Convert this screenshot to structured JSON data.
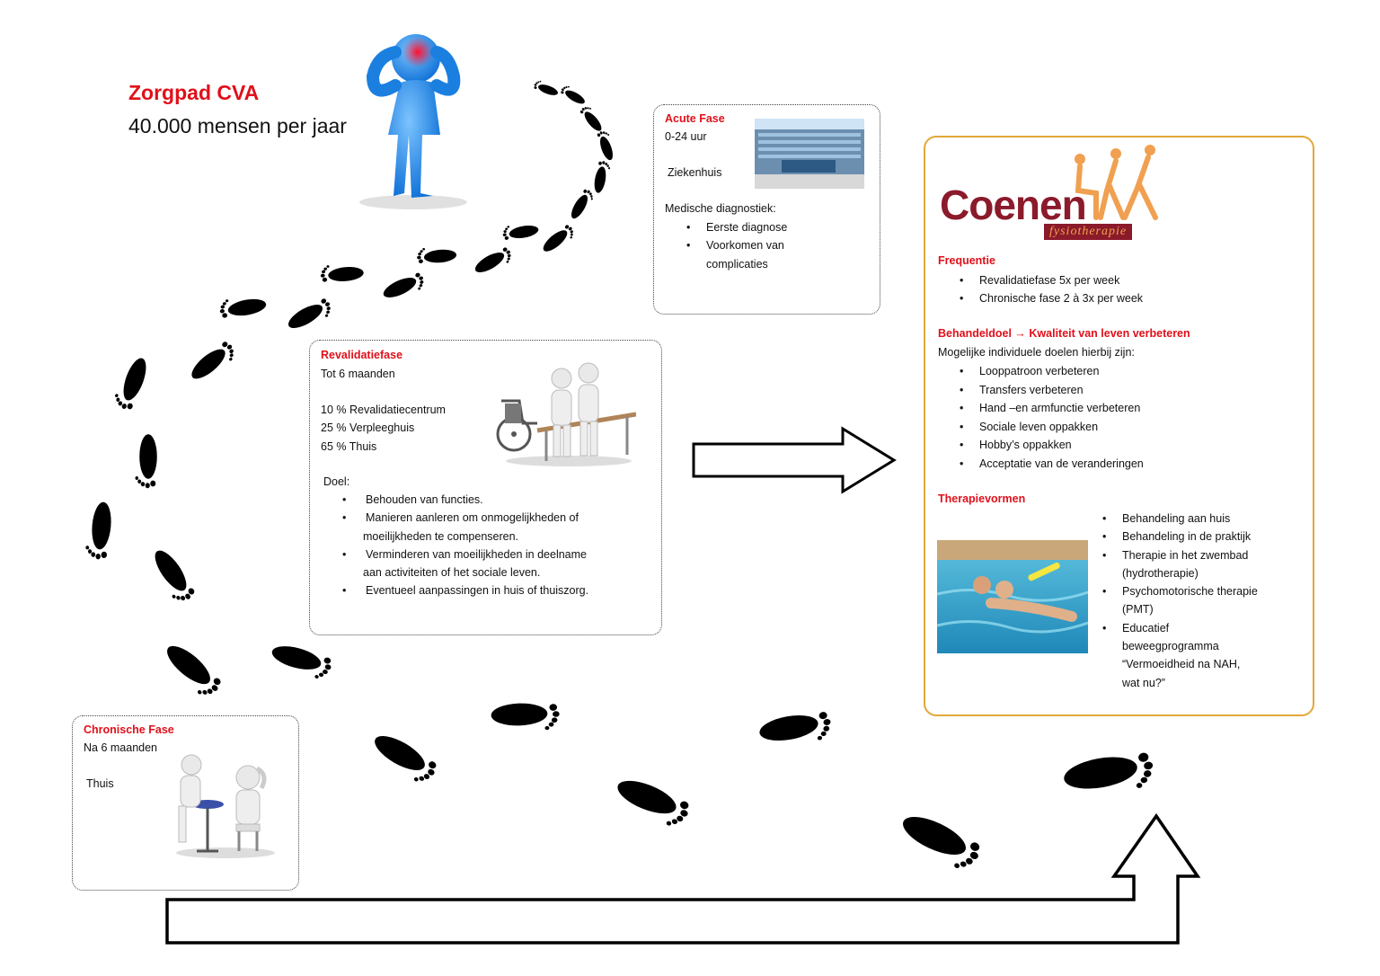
{
  "header": {
    "title": "Zorgpad CVA",
    "subtitle": "40.000 mensen per jaar"
  },
  "acute": {
    "title": "Acute Fase",
    "time": "0-24 uur",
    "location": "Ziekenhuis",
    "diag_label": "Medische diagnostiek:",
    "items": [
      "Eerste diagnose",
      "Voorkomen van",
      "complicaties"
    ]
  },
  "reval": {
    "title": "Revalidatiefase",
    "time": "Tot 6 maanden",
    "stats": [
      "10 % Revalidatiecentrum",
      "25 % Verpleeghuis",
      "65 % Thuis"
    ],
    "goal_label": "Doel:",
    "goals": [
      "Behouden van functies.",
      "Manieren aanleren om  onmogelijkheden of",
      "moeilijkheden te compenseren.",
      "Verminderen van moeilijkheden in deelname",
      "aan activiteiten of het sociale leven.",
      "Eventueel aanpassingen in huis of thuiszorg."
    ]
  },
  "chronic": {
    "title": "Chronische Fase",
    "time": "Na 6 maanden",
    "location": "Thuis"
  },
  "coenen": {
    "logo_name": "Coenen",
    "logo_sub": "fysiotherapie",
    "freq_title": "Frequentie",
    "freq_items": [
      "Revalidatiefase 5x per week",
      "Chronische fase 2 à 3x per week"
    ],
    "goal_title": "Behandeldoel → Kwaliteit van leven verbeteren",
    "goal_intro": "Mogelijke individuele doelen hierbij zijn:",
    "goal_items": [
      "Looppatroon verbeteren",
      "Transfers verbeteren",
      "Hand –en armfunctie verbeteren",
      "Sociale leven oppakken",
      "Hobby’s oppakken",
      "Acceptatie van de veranderingen"
    ],
    "therapy_title": "Therapievormen",
    "therapy_items": [
      "Behandeling aan huis",
      "Behandeling in de praktijk",
      "Therapie in het zwembad",
      "(hydrotherapie)",
      "Psychomotorische therapie",
      "(PMT)",
      "Educatief",
      "beweegprogramma",
      "“Vermoeidheid na NAH,",
      "wat nu?”"
    ]
  },
  "colors": {
    "accent_red": "#e0101a",
    "logo_maroon": "#8b1a2b",
    "logo_orange": "#f0a050",
    "border_gold": "#e2a838",
    "figure_blue": "#1e88e5"
  }
}
